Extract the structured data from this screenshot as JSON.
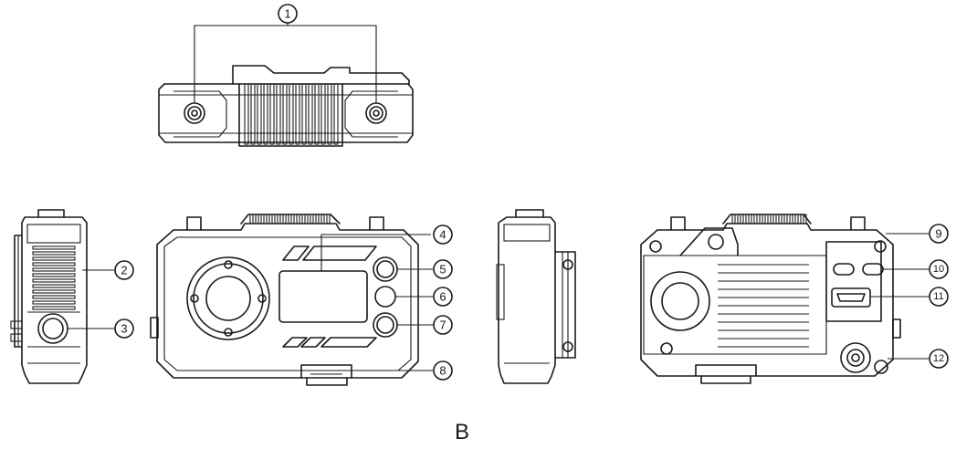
{
  "callouts": {
    "c1": "1",
    "c2": "2",
    "c3": "3",
    "c4": "4",
    "c5": "5",
    "c6": "6",
    "c7": "7",
    "c8": "8",
    "c9": "9",
    "c10": "10",
    "c11": "11",
    "c12": "12"
  },
  "caption": "B"
}
